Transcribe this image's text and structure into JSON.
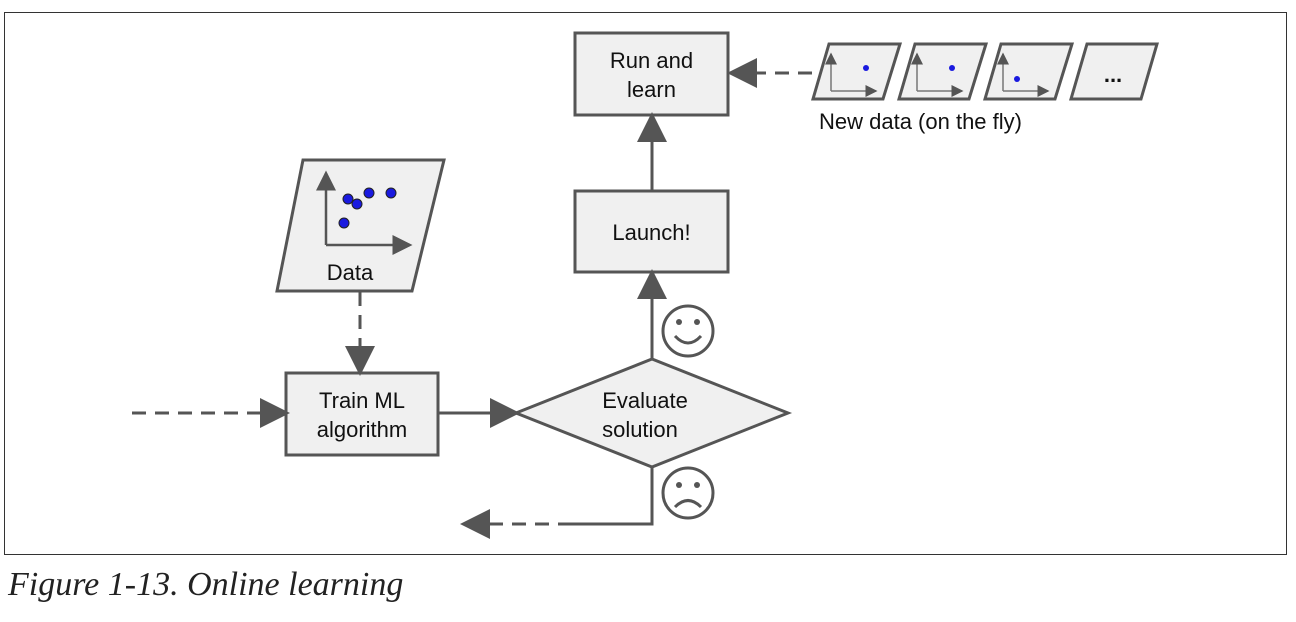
{
  "nodes": {
    "run_and_learn": [
      "Run and",
      "learn"
    ],
    "launch": "Launch!",
    "train": [
      "Train ML",
      "algorithm"
    ],
    "evaluate": [
      "Evaluate",
      "solution"
    ],
    "data": "Data",
    "new_data_more": "...",
    "new_data_label": "New data (on the fly)"
  },
  "caption": "Figure 1-13. Online learning"
}
